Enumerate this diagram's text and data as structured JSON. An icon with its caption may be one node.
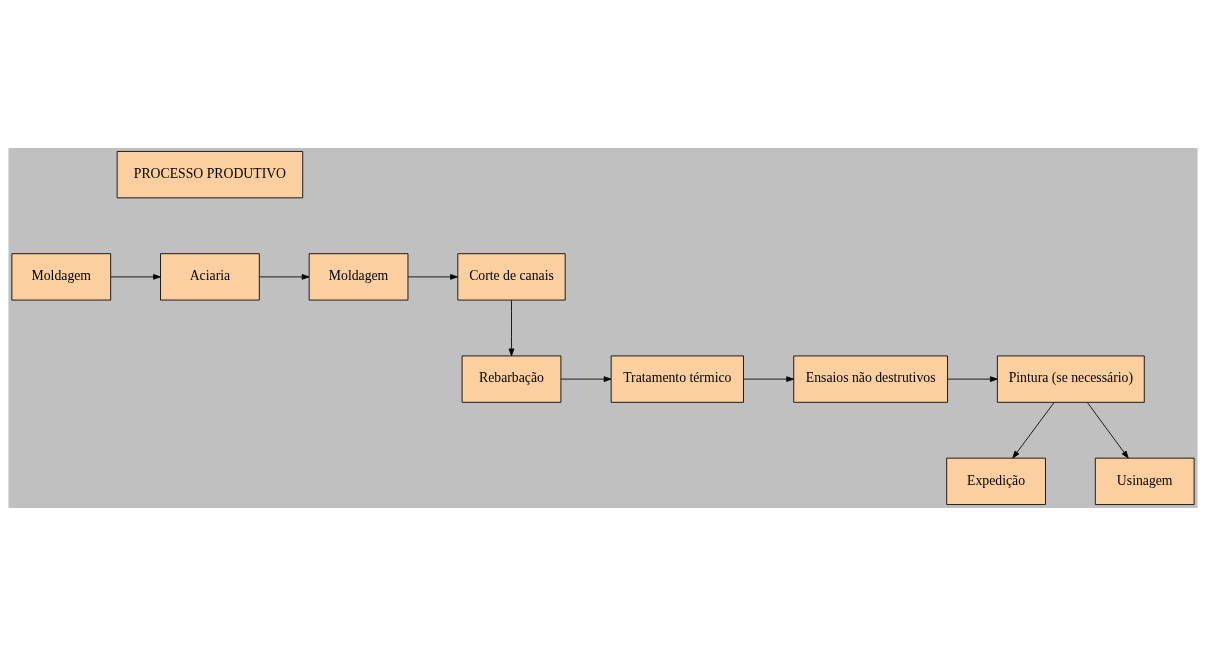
{
  "diagram": {
    "nodes": [
      {
        "text": [
          "PROCESSO PRODUTIVO"
        ]
      },
      {
        "text": [
          "Moldagem"
        ]
      },
      {
        "text": [
          "Aciaria"
        ]
      },
      {
        "text": [
          "Moldagem"
        ]
      },
      {
        "text": [
          "Corte de canais"
        ]
      },
      {
        "text": [
          "Rebarbação"
        ]
      },
      {
        "text": [
          "Tratamento térmico"
        ]
      },
      {
        "text": [
          "Ensaios não destrutivos"
        ]
      },
      {
        "text": [
          "Pintura (se necessário)"
        ]
      },
      {
        "text": [
          "Expedição"
        ]
      },
      {
        "text": [
          "Usinagem"
        ]
      }
    ],
    "edges": [
      {
        "from": 1,
        "to": 2,
        "arrow": "to"
      },
      {
        "from": 2,
        "to": 3,
        "arrow": "to"
      },
      {
        "from": 3,
        "to": 4,
        "arrow": "to"
      },
      {
        "from": 4,
        "to": 5,
        "arrow": "to"
      },
      {
        "from": 5,
        "to": 6,
        "arrow": "to"
      },
      {
        "from": 6,
        "to": 7,
        "arrow": "to"
      },
      {
        "from": 7,
        "to": 8,
        "arrow": "to"
      },
      {
        "from": 8,
        "to": 9,
        "arrow": "to"
      },
      {
        "from": 8,
        "to": 10,
        "arrow": "to"
      }
    ]
  }
}
